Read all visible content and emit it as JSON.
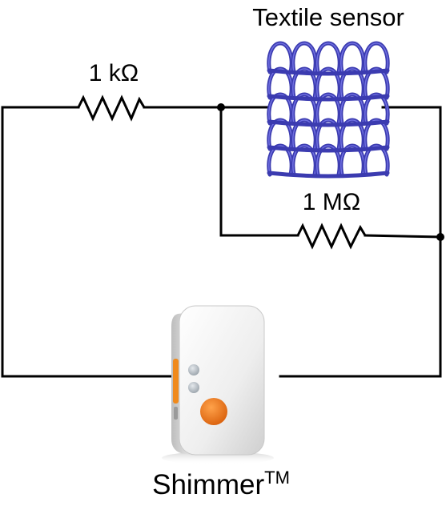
{
  "labels": {
    "sensor_title": "Textile sensor",
    "resistor_series": "1 kΩ",
    "resistor_parallel": "1 MΩ",
    "device_name": "Shimmer",
    "device_trademark": "TM"
  },
  "colors": {
    "wire": "#000000",
    "textile_yarn": "#3b3bb0",
    "device_body": "#f2f2f2",
    "device_button": "#e8751a",
    "device_side_strip": "#f08a1c"
  },
  "icons": {
    "resistor": "zigzag-resistor-icon",
    "junction": "junction-dot-icon",
    "sensor": "knitted-textile-icon",
    "device": "shimmer-device-icon"
  }
}
